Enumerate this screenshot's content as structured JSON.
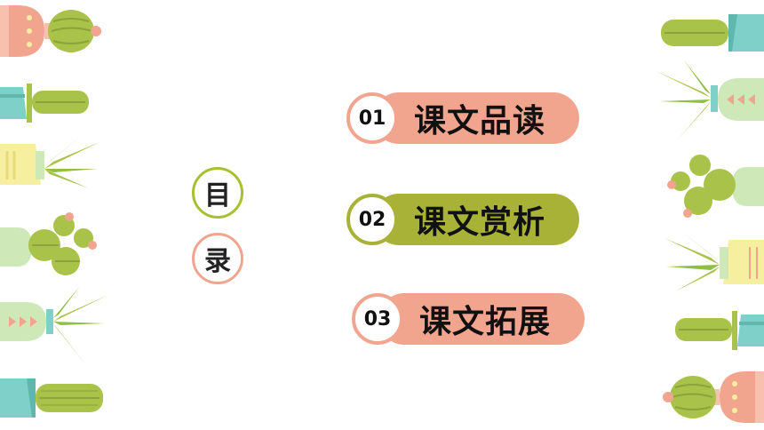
{
  "title": {
    "char1": "目",
    "char2": "录"
  },
  "menu": [
    {
      "number": "01",
      "label": "课文品读"
    },
    {
      "number": "02",
      "label": "课文赏析"
    },
    {
      "number": "03",
      "label": "课文拓展"
    }
  ],
  "colors": {
    "coral": "#f2a58e",
    "olive": "#a8b236",
    "cactus_green": "#a8c24a",
    "teal": "#7fd0c8",
    "pale_yellow": "#f6efa0",
    "mint": "#cfe8b8"
  },
  "decorations": {
    "left_column": [
      "potted-cactus-icon",
      "pot-cactus-horizontal-icon",
      "aloe-pot-icon",
      "round-cactus-pot-icon",
      "aloe-bulb-pot-icon",
      "prickly-cactus-pot-icon"
    ],
    "right_column": [
      "prickly-cactus-pot-icon",
      "aloe-bulb-pot-icon",
      "round-cactus-pot-icon",
      "aloe-pot-icon",
      "pot-cactus-horizontal-icon",
      "potted-cactus-icon"
    ]
  }
}
